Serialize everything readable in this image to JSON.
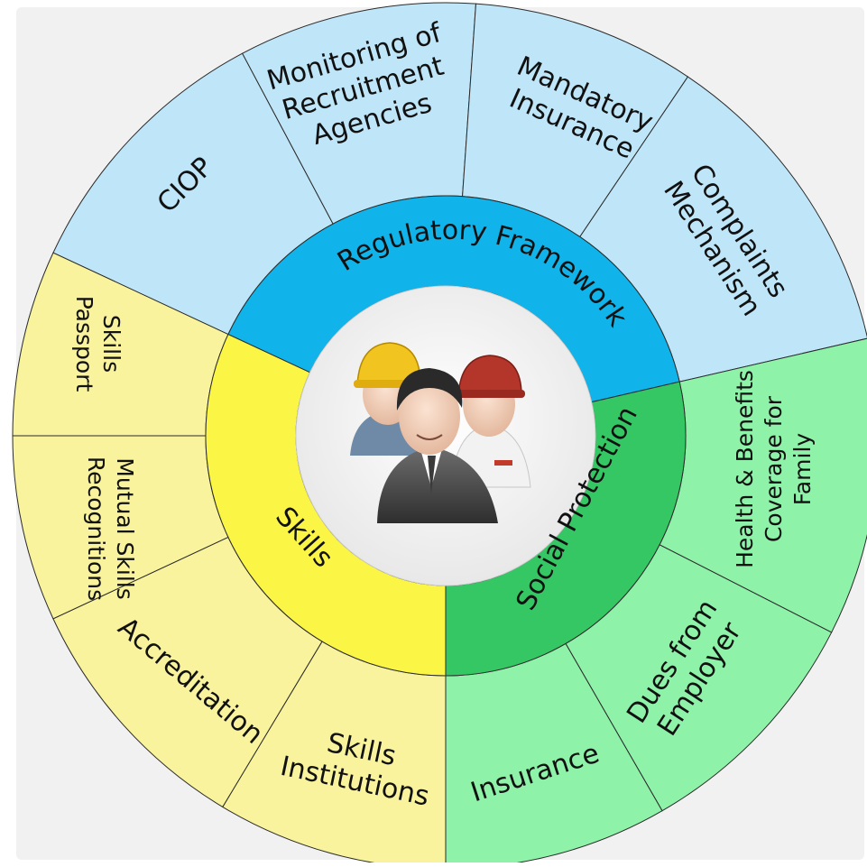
{
  "colors": {
    "regulatory_outer": "#bfe6f8",
    "regulatory_inner": "#10b4ea",
    "skills_outer": "#f8f39c",
    "skills_inner": "#fbf645",
    "social_outer": "#8ef2a9",
    "social_inner": "#36c765",
    "center": "#f4f4f4",
    "backdrop": "#f1f1f1"
  },
  "center": {
    "icon": "workers-group-icon"
  },
  "inner_ring": {
    "regulatory": "Regulatory Framework",
    "skills": "Skills",
    "social": "Social Protection"
  },
  "outer_ring": {
    "ciop": "CIOP",
    "monitoring": [
      "Monitoring of",
      "Recruitment",
      "Agencies"
    ],
    "mandatory_insurance": [
      "Mandatory",
      "Insurance"
    ],
    "complaints": [
      "Complaints",
      "Mechanism"
    ],
    "health": [
      "Health & Benefits",
      "Coverage for",
      "Family"
    ],
    "dues": [
      "Dues from",
      "Employer"
    ],
    "insurance": "Insurance",
    "skills_institutions": [
      "Skills",
      "Institutions"
    ],
    "accreditation": "Accreditation",
    "mutual_skills": [
      "Mutual Skills",
      "Recognitions"
    ],
    "skills_passport": [
      "Skills",
      "Passport"
    ]
  }
}
